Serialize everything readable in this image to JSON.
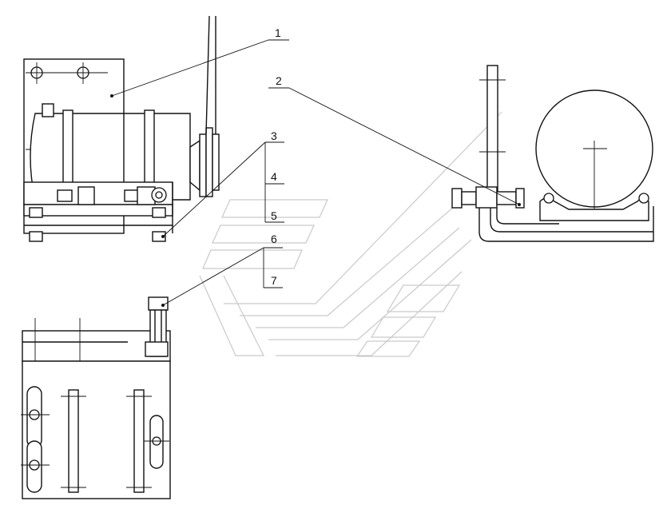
{
  "callouts": [
    {
      "id": "1",
      "text": "1"
    },
    {
      "id": "2",
      "text": "2"
    },
    {
      "id": "3",
      "text": "3"
    },
    {
      "id": "4",
      "text": "4"
    },
    {
      "id": "5",
      "text": "5"
    },
    {
      "id": "6",
      "text": "6"
    },
    {
      "id": "7",
      "text": "7"
    }
  ],
  "colors": {
    "line": "#111111",
    "background": "#ffffff",
    "watermark": "#c9c9c9"
  }
}
